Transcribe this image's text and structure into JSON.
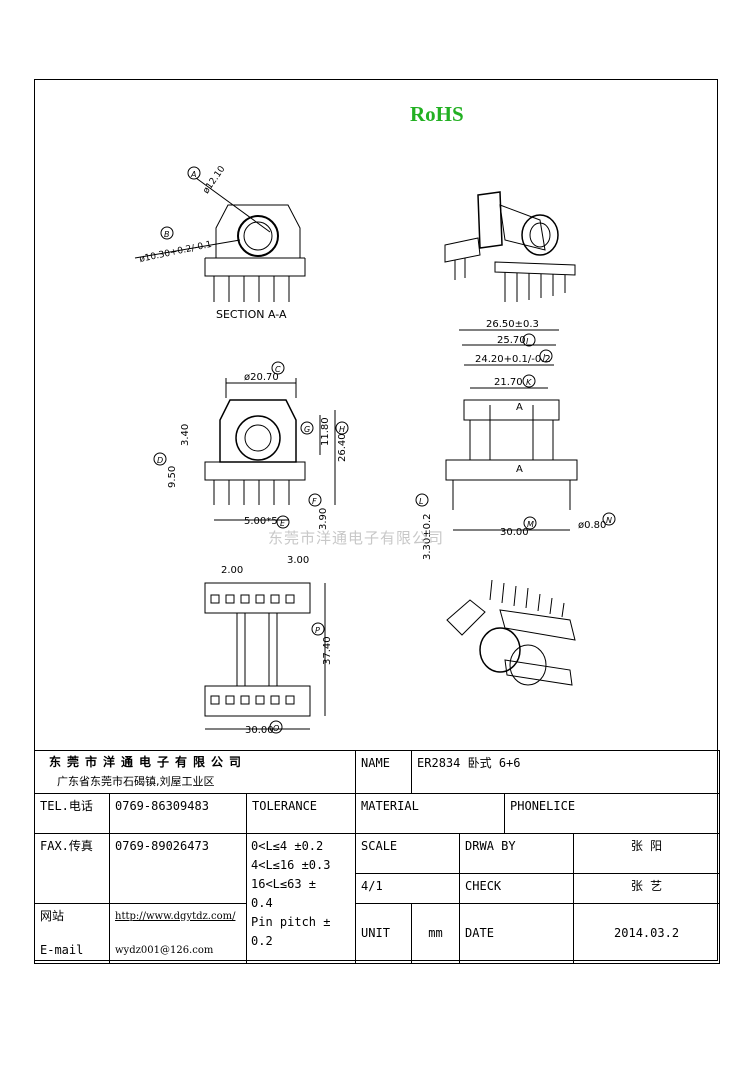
{
  "header": {
    "rohs": "RoHS"
  },
  "drawing": {
    "section_label": "SECTION A-A",
    "callouts": [
      "A",
      "B",
      "C",
      "D",
      "E",
      "F",
      "G",
      "H",
      "I",
      "J",
      "K",
      "L",
      "M",
      "N",
      "O",
      "P"
    ],
    "dims": {
      "a": "ø12.10",
      "b": "ø10.30+0.2/-0.1",
      "c": "ø20.70",
      "d1": "3.40",
      "d2": "9.50",
      "g": "11.80",
      "h": "26.40",
      "e": "5.00*5",
      "f": "3.90",
      "i": "26.50±0.3",
      "i2": "25.70",
      "j": "24.20+0.1/-0.2",
      "k": "21.70",
      "l": "3.30±0.2",
      "m": "30.00",
      "n": "ø0.80",
      "top1": "2.00",
      "top2": "3.00",
      "p": "37.40",
      "o": "30.00",
      "sec_a": "A"
    },
    "watermark": "东莞市洋通电子有限公司"
  },
  "titleblock": {
    "company": "东莞市洋通电子有限公司",
    "address": "广东省东莞市石碣镇,刘屋工业区",
    "name_label": "NAME",
    "name_value": "ER2834 卧式 6+6",
    "tel_label": "TEL.电话",
    "tel_value": "0769-86309483",
    "tolerance_label": "TOLERANCE",
    "material_label": "MATERIAL",
    "phonelice_label": "PHONELICE",
    "fax_label": "FAX.传真",
    "fax_value": "0769-89026473",
    "tol_lines": [
      "0<L≤4   ±0.2",
      "4<L≤16 ±0.3",
      "16<L≤63 ±",
      "0.4",
      "Pin pitch ±",
      "0.2"
    ],
    "scale_label": "SCALE",
    "drawby_label": "DRWA BY",
    "drawby_value": "张 阳",
    "scale_value": "4/1",
    "check_label": "CHECK",
    "check_value": "张 艺",
    "web_label": "网站",
    "web_value": "http://www.dgytdz.com/",
    "email_label": "E-mail",
    "email_value": "wydz001@126.com",
    "unit_label": "UNIT",
    "unit_value": "mm",
    "date_label": "DATE",
    "date_value": "2014.03.2"
  }
}
